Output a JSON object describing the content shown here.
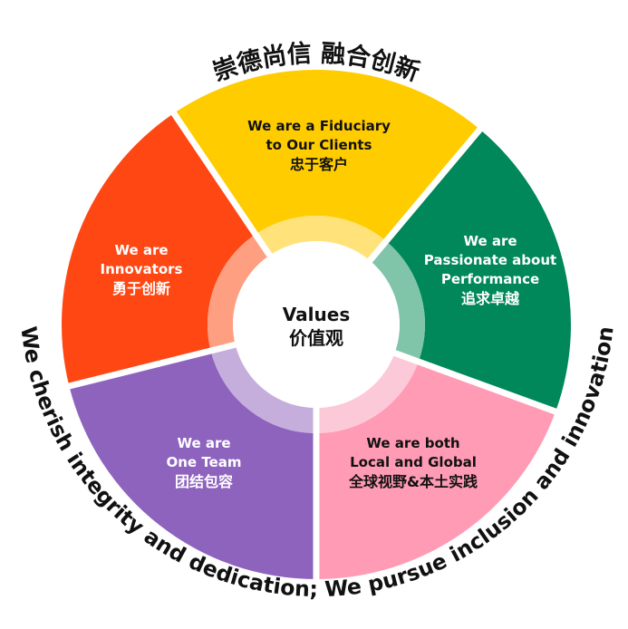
{
  "top_motto": "崇德尚信  融合创新",
  "bottom_motto": "We cherish integrity and dedication; We pursue inclusion and innovation",
  "center": {
    "en": "Values",
    "zh": "价值观"
  },
  "segments": [
    {
      "id": "fiduciary",
      "en1": "We are a Fiduciary",
      "en2": "to Our Clients",
      "zh": "忠于客户",
      "color": "#FFCC00",
      "light": "#FFE27A"
    },
    {
      "id": "performance",
      "en1": "We are",
      "en2": "Passionate about",
      "en3": "Performance",
      "zh": "追求卓越",
      "color": "#00875A",
      "light": "#80C4AA"
    },
    {
      "id": "local-global",
      "en1": "We are both",
      "en2": "Local and  Global",
      "zh": "全球视野&本土实践",
      "color": "#FF9BB5",
      "light": "#FCC9D8"
    },
    {
      "id": "one-team",
      "en1": "We are",
      "en2": "One Team",
      "zh": "团结包容",
      "color": "#8E63BE",
      "light": "#C6AEDC"
    },
    {
      "id": "innovators",
      "en1": "We are",
      "en2": "Innovators",
      "zh": "勇于创新",
      "color": "#FF4714",
      "light": "#FF9F82"
    }
  ]
}
